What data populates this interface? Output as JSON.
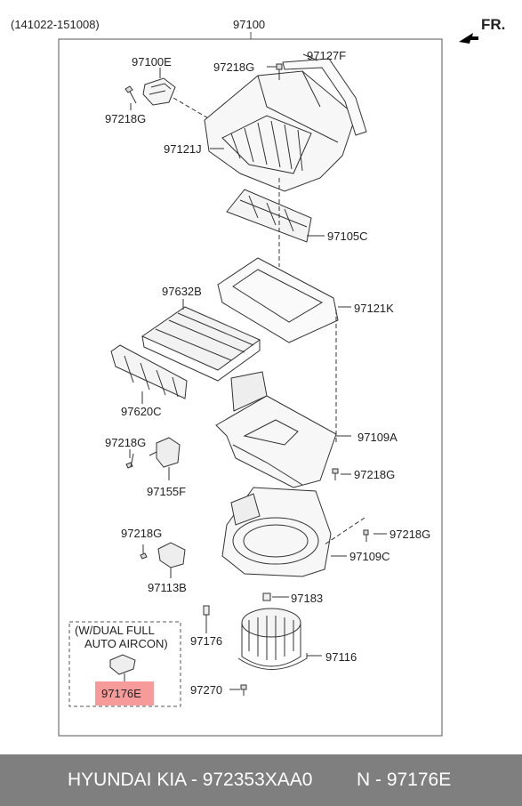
{
  "header": {
    "date_range": "(141022-151008)",
    "assembly_no": "97100",
    "direction": "FR."
  },
  "parts": {
    "p97100E": "97100E",
    "p97218G_a": "97218G",
    "p97218G_b": "97218G",
    "p97127F": "97127F",
    "p97121J": "97121J",
    "p97105C": "97105C",
    "p97632B": "97632B",
    "p97121K": "97121K",
    "p97620C": "97620C",
    "p97218G_c": "97218G",
    "p97109A": "97109A",
    "p97155F": "97155F",
    "p97218G_d": "97218G",
    "p97218G_e": "97218G",
    "p97218G_f": "97218G",
    "p97109C": "97109C",
    "p97113B": "97113B",
    "p97183": "97183",
    "p97176": "97176",
    "p97116": "97116",
    "p97270": "97270",
    "p97176E": "97176E"
  },
  "note": {
    "line1": "(W/DUAL FULL",
    "line2": "AUTO AIRCON)"
  },
  "footer": {
    "brand": "HYUNDAI  KIA - 972353XAA0",
    "number": "N - 97176E"
  },
  "colors": {
    "highlight": "#f79a9a",
    "footer_bg": "#7f7f7f"
  }
}
